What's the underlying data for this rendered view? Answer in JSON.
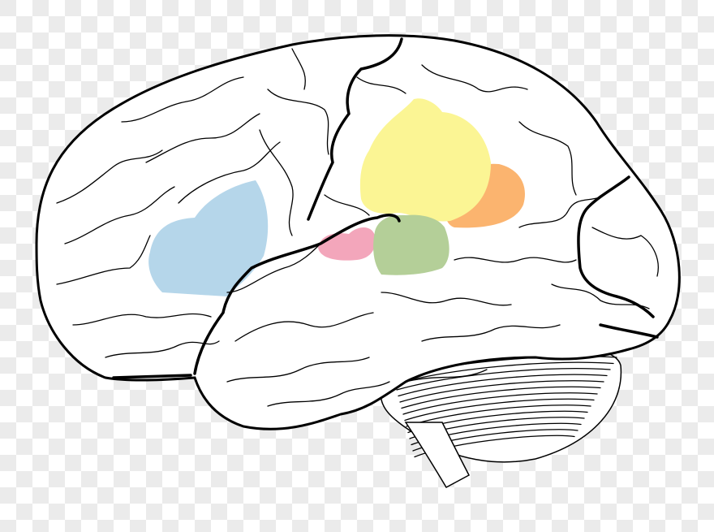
{
  "diagram": {
    "background": "transparent-checkerboard",
    "outline_color": "#000000",
    "fill_color": "#ffffff",
    "regions": [
      {
        "id": "blue",
        "color": "#b5d6ea"
      },
      {
        "id": "yellow",
        "color": "#fbf594"
      },
      {
        "id": "orange",
        "color": "#fbb46f"
      },
      {
        "id": "pink",
        "color": "#f3a6bb"
      },
      {
        "id": "green",
        "color": "#b4cf98"
      }
    ]
  }
}
